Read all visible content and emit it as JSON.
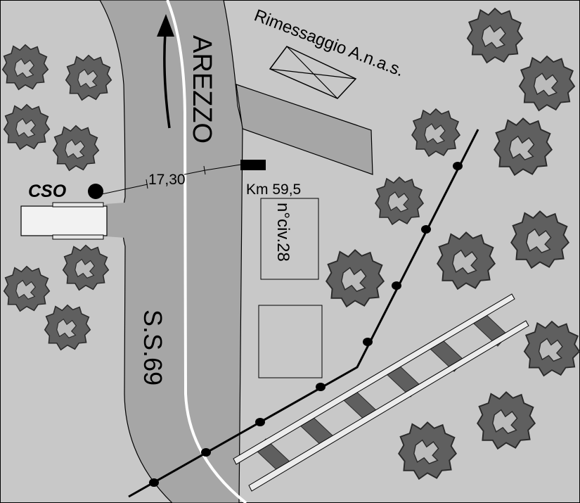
{
  "labels": {
    "depot": "Rimessaggio A.n.a.s.",
    "destination": "AREZZO",
    "road": "S.S.69",
    "distance": "17,30",
    "kilometer": "Km 59,5",
    "cso": "CSO",
    "house_number": "n°civ.28"
  },
  "colors": {
    "ground": "#c8c8c8",
    "road": "#a6a6a6",
    "tree": "#5f5f5f",
    "ink": "#000000"
  },
  "icons": {
    "direction": "arrow-up-icon",
    "depot": "crossed-box-icon",
    "tree": "tree-icon",
    "marker": "dot-icon",
    "railway": "railway-track-icon"
  }
}
